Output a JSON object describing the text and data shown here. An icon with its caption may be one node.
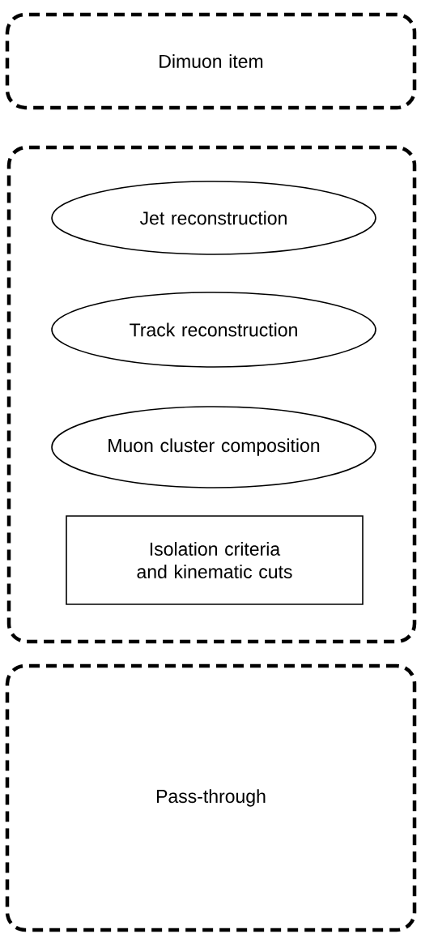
{
  "diagram": {
    "nodes": [
      {
        "text": [
          "Dimuon item"
        ]
      },
      {
        "text": [],
        "shape": "box"
      },
      {
        "text": [
          "Jet reconstruction"
        ],
        "in": 1
      },
      {
        "text": [
          "Track reconstruction"
        ],
        "in": 1
      },
      {
        "text": [
          "Muon cluster composition"
        ],
        "in": 1
      },
      {
        "text": [
          "Isolation criteria and kinematic cuts"
        ],
        "in": 1
      },
      {
        "text": [
          "Pass-through"
        ]
      }
    ]
  }
}
